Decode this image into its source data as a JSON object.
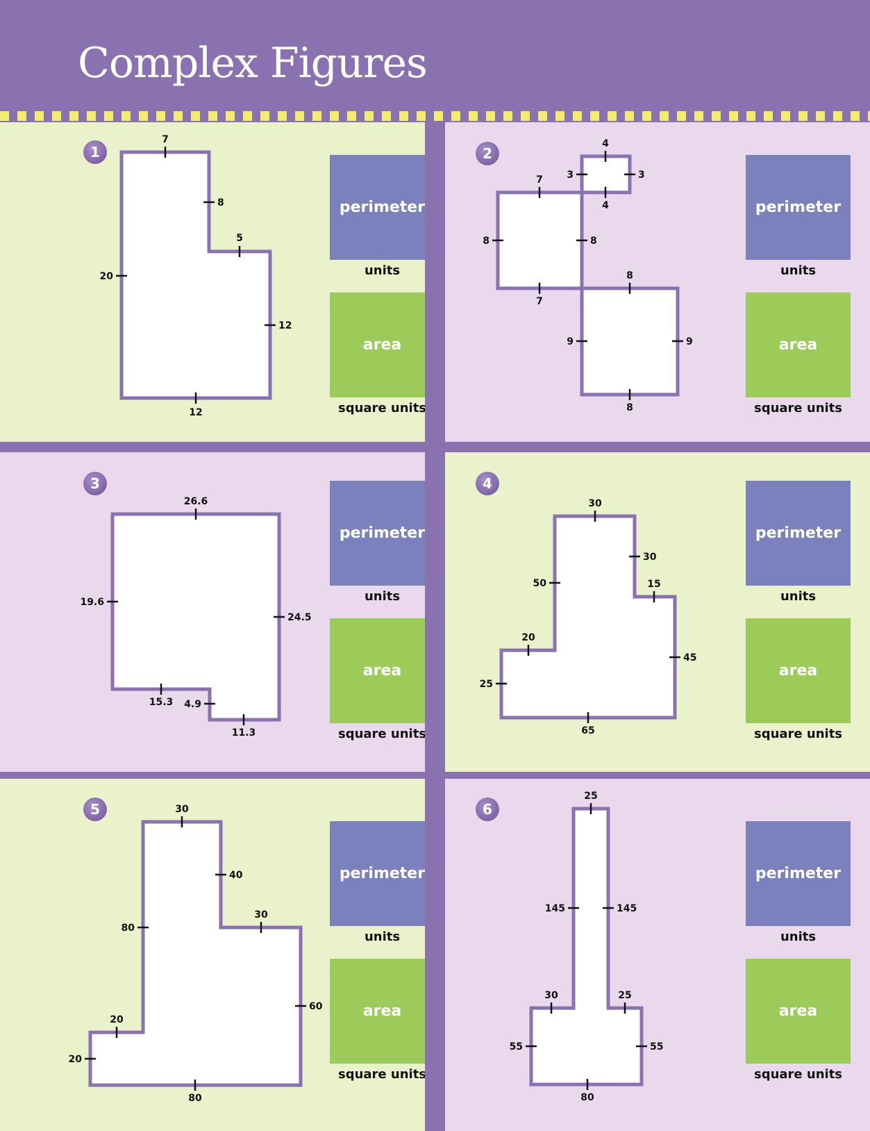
{
  "title": "Complex Figures",
  "labels": {
    "perimeter": "perimeter",
    "area": "area",
    "units": "units",
    "square_units": "square units"
  },
  "colors": {
    "frame": "#8a72b0",
    "green_panel": "#eaf2cb",
    "lilac_panel": "#ead8ec",
    "perimeter_box": "#7a81bd",
    "area_box": "#9ccb5a",
    "stripe": "#f3ec6f"
  },
  "problems": [
    {
      "number": "1",
      "labels": [
        "7",
        "8",
        "5",
        "20",
        "12",
        "12"
      ]
    },
    {
      "number": "2",
      "labels": [
        "4",
        "3",
        "3",
        "4",
        "7",
        "8",
        "8",
        "7",
        "8",
        "9",
        "9",
        "8"
      ]
    },
    {
      "number": "3",
      "labels": [
        "26.6",
        "19.6",
        "24.5",
        "15.3",
        "4.9",
        "11.3"
      ]
    },
    {
      "number": "4",
      "labels": [
        "30",
        "30",
        "50",
        "15",
        "20",
        "45",
        "25",
        "65"
      ]
    },
    {
      "number": "5",
      "labels": [
        "30",
        "40",
        "30",
        "80",
        "60",
        "20",
        "20",
        "80"
      ]
    },
    {
      "number": "6",
      "labels": [
        "25",
        "145",
        "145",
        "30",
        "25",
        "55",
        "55",
        "80"
      ]
    }
  ]
}
